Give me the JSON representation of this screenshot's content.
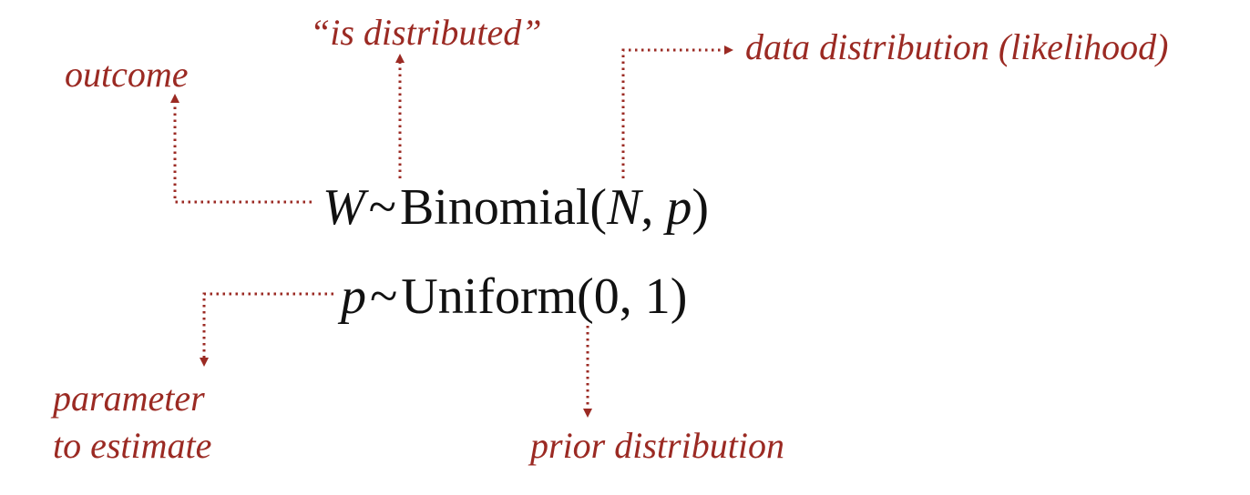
{
  "colors": {
    "annotation": "#9b2a23",
    "equation": "#111111",
    "background": "#ffffff"
  },
  "equations": {
    "likelihood": {
      "outcome": "W",
      "tilde": "~",
      "distribution": "Binomial",
      "open": "(",
      "arg1": "N",
      "comma": ", ",
      "arg2": "p",
      "close": ")"
    },
    "prior": {
      "param": "p",
      "tilde": "~",
      "distribution": "Uniform",
      "args": "(0, 1)"
    }
  },
  "annotations": {
    "outcome": "outcome",
    "is_distributed": "“is distributed”",
    "likelihood": "data distribution (likelihood)",
    "parameter_line1": "parameter",
    "parameter_line2": "to estimate",
    "prior": "prior distribution"
  }
}
